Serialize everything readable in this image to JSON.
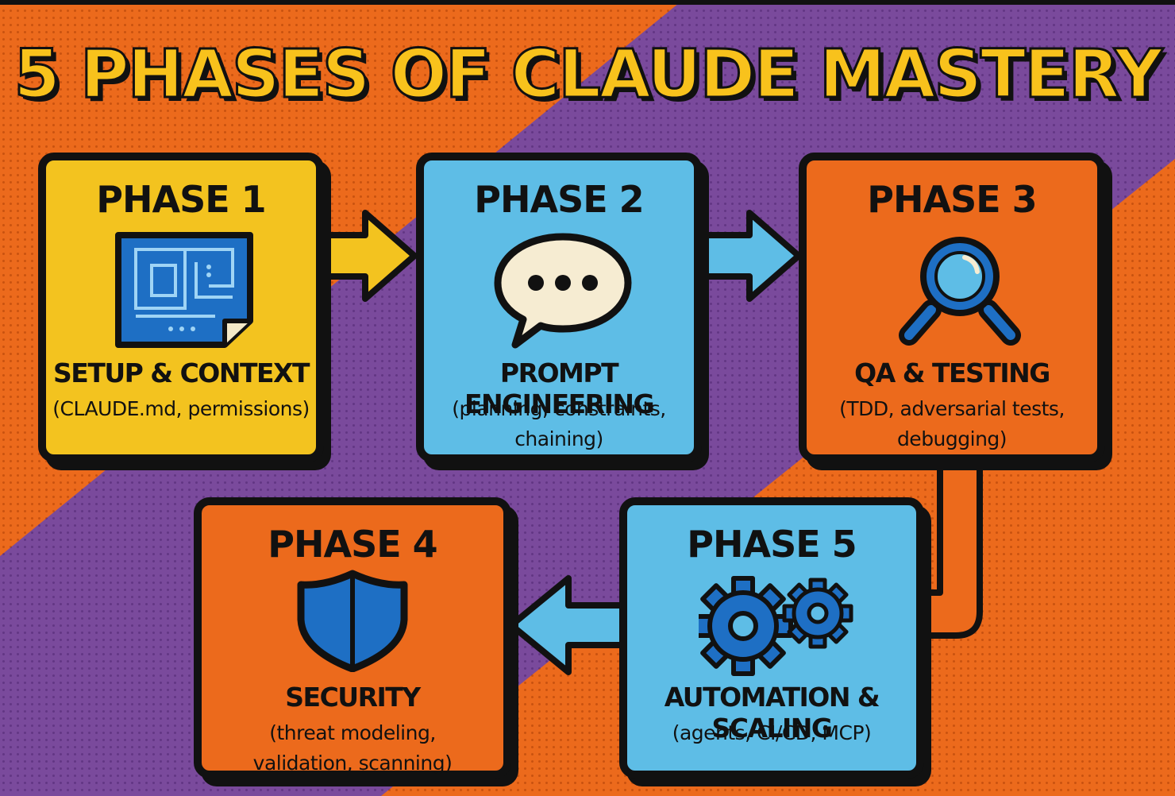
{
  "title": "5 PHASES OF CLAUDE MASTERY",
  "colors": {
    "background_orange": "#ec6a1c",
    "background_purple": "#7a4a9c",
    "yellow": "#f3c31f",
    "blue": "#5ebde6",
    "orange": "#ec6a1c",
    "icon_blue": "#1e6fc4",
    "outline": "#111111"
  },
  "phases": [
    {
      "label": "PHASE 1",
      "name": "SETUP & CONTEXT",
      "details": "(CLAUDE.md, permissions)",
      "icon": "blueprint-icon",
      "color": "yellow"
    },
    {
      "label": "PHASE 2",
      "name": "PROMPT ENGINEERING",
      "details": "(planning, constraints, chaining)",
      "icon": "chat-bubble-icon",
      "color": "blue"
    },
    {
      "label": "PHASE 3",
      "name": "QA & TESTING",
      "details": "(TDD, adversarial tests, debugging)",
      "icon": "magnifying-glass-icon",
      "color": "orange"
    },
    {
      "label": "PHASE 4",
      "name": "SECURITY",
      "details": "(threat modeling, validation, scanning)",
      "icon": "shield-icon",
      "color": "orange"
    },
    {
      "label": "PHASE 5",
      "name": "AUTOMATION & SCALING",
      "details": "(agents, CI/CD, MCP)",
      "icon": "gears-icon",
      "color": "blue"
    }
  ],
  "connections": [
    {
      "from": "PHASE 1",
      "to": "PHASE 2"
    },
    {
      "from": "PHASE 2",
      "to": "PHASE 3"
    },
    {
      "from": "PHASE 3",
      "to": "PHASE 5"
    },
    {
      "from": "PHASE 5",
      "to": "PHASE 4"
    }
  ]
}
